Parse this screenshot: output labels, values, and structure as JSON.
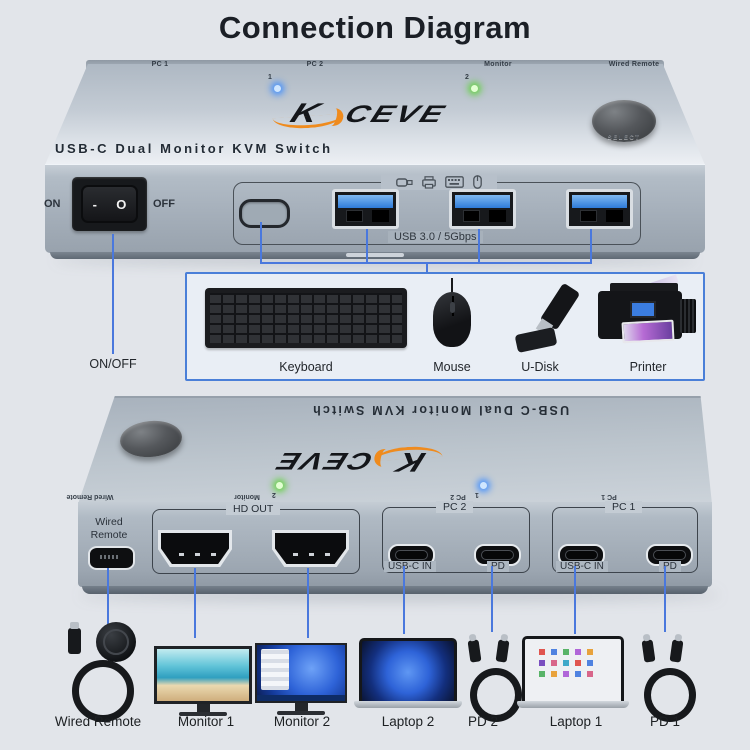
{
  "title": "Connection Diagram",
  "front_device": {
    "edge_labels": [
      "PC 1",
      "PC 2",
      "Monitor",
      "Wired Remote"
    ],
    "led_1_label": "1",
    "led_2_label": "2",
    "brand_k": "K",
    "brand_rest": "CEVE",
    "select_label": "SELECT",
    "panel_title": "USB-C Dual Monitor KVM Switch",
    "on_label": "ON",
    "off_label": "OFF",
    "rocker_marks": {
      "on": "-",
      "off": "O"
    },
    "usb_group_label": "USB 3.0 / 5Gbps",
    "port_icons": [
      "udisk-icon",
      "printer-icon",
      "keyboard-icon",
      "mouse-icon"
    ]
  },
  "onoff_caption": "ON/OFF",
  "peripherals_box": {
    "items": [
      {
        "label": "Keyboard"
      },
      {
        "label": "Mouse"
      },
      {
        "label": "U-Disk"
      },
      {
        "label": "Printer"
      }
    ]
  },
  "back_device": {
    "panel_title": "USB-C Dual Monitor KVM Switch",
    "edge_labels": [
      "Wired Remote",
      "Monitor",
      "PC 2",
      "PC 1"
    ],
    "led_1_label": "1",
    "led_2_label": "2",
    "brand_k": "K",
    "brand_rest": "CEVE",
    "wired_remote_label": "Wired Remote",
    "hd_out_label": "HD OUT",
    "pc2_group": {
      "label": "PC 2",
      "usb_in_label": "USB-C IN",
      "pd_label": "PD"
    },
    "pc1_group": {
      "label": "PC 1",
      "usb_in_label": "USB-C IN",
      "pd_label": "PD"
    }
  },
  "connected_devices": [
    {
      "label": "Wired Remote"
    },
    {
      "label": "Monitor 1"
    },
    {
      "label": "Monitor 2"
    },
    {
      "label": "Laptop 2"
    },
    {
      "label": "PD 2"
    },
    {
      "label": "Laptop 1"
    },
    {
      "label": "PD 1"
    }
  ],
  "colors": {
    "background": "#e2e5ea",
    "connector_blue": "#4a78dd",
    "box_border": "#4a7fd8",
    "led_blue": "#3d9bff",
    "led_green": "#5ad43e",
    "brand_orange": "#ef8b1e"
  }
}
